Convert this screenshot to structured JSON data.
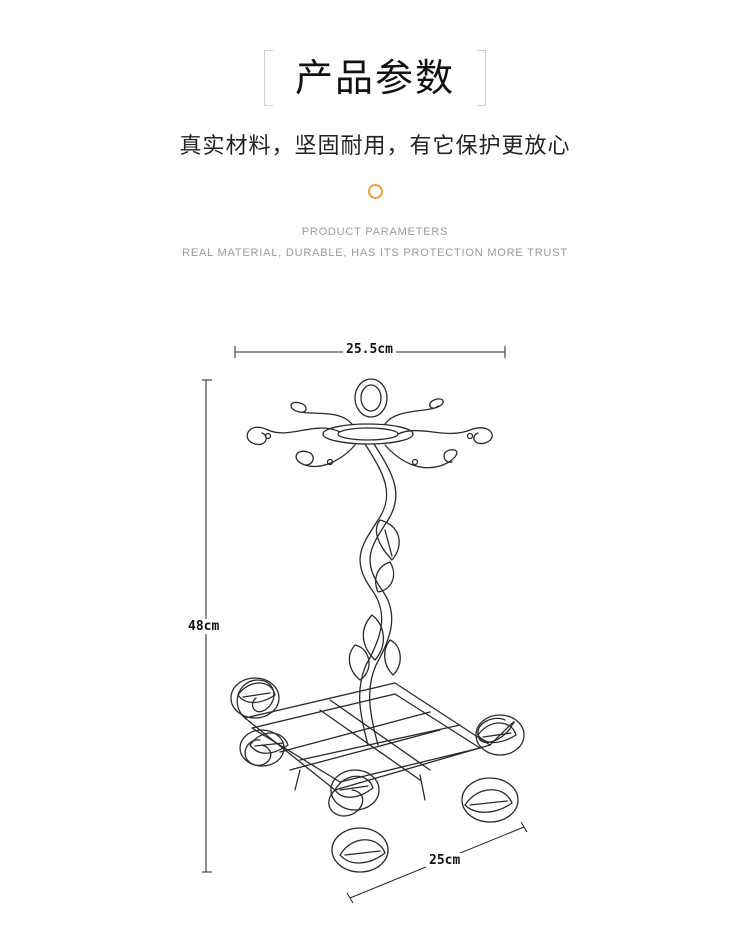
{
  "header": {
    "title": "产品参数",
    "subtitle": "真实材料，坚固耐用，有它保护更放心",
    "en_line1": "PRODUCT PARAMETERS",
    "en_line2": "REAL MATERIAL, DURABLE, HAS ITS PROTECTION MORE TRUST",
    "accent_color": "#e8a23a"
  },
  "dimensions": {
    "width_label": "25.5cm",
    "height_label": "48cm",
    "depth_label": "25cm"
  },
  "product": {
    "illustration": "metal-wine-glass-rack-line-drawing"
  }
}
